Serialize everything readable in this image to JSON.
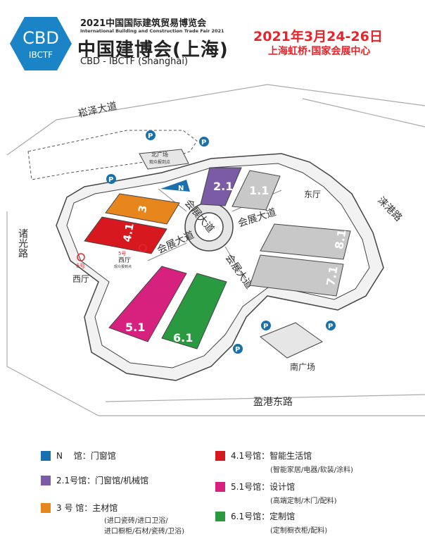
{
  "header": {
    "logo_text": "CBD",
    "logo_sub": "IBCTF",
    "title_line1": "2021中国国际建筑贸易博览会",
    "title_en": "International Building and Construction Trade Fair 2021",
    "title_cn": "中国建博会(上海)",
    "title_abbr": "CBD - IBCTF (Shanghai)",
    "date": "2021年3月24-26日",
    "venue": "上海虹桥·国家会展中心"
  },
  "colors": {
    "N": "#1a6fad",
    "2.1": "#7b5aa6",
    "3": "#e8861e",
    "4.1": "#d7191f",
    "5.1": "#d6227e",
    "6.1": "#2a9a40",
    "grey_hall": "#c8c8c8",
    "parking": "#1a6fad"
  },
  "roads": {
    "north": "崧泽大道",
    "east": "涞港路",
    "west": "诸光路",
    "south": "盈港东路"
  },
  "map": {
    "north_plaza": "北广场",
    "north_plaza_sub": "观众报到点",
    "east_hall": "东厅",
    "west_hall": "西厅",
    "west_hall_small": "西厅",
    "west_hall_small_sub": "观众报到点",
    "south_plaza": "南广场",
    "avenue": "会展大道",
    "metro_6": "6号",
    "metro_5": "5号",
    "parking": "P",
    "halls": [
      "N",
      "2.1",
      "1.1",
      "3",
      "4.1",
      "5.1",
      "6.1",
      "8.1",
      "7.1"
    ]
  },
  "legend": [
    {
      "key": "N",
      "label": "N　 馆：门窗馆",
      "note": ""
    },
    {
      "key": "2.1",
      "label": "2.1号馆：门窗馆/机械馆",
      "note": ""
    },
    {
      "key": "3",
      "label": "3 号 馆：主材馆",
      "note": "(进口瓷砖/进口卫浴/\n进口橱柜/石材/瓷砖/卫浴)"
    },
    {
      "key": "4.1",
      "label": "4.1号馆：智能生活馆",
      "note": "(智能家居/电器/软装/涂料)"
    },
    {
      "key": "5.1",
      "label": "5.1号馆：设计馆",
      "note": "(高端定制/木门/配料)"
    },
    {
      "key": "6.1",
      "label": "6.1号馆：定制馆",
      "note": "(定制橱衣柜/配料)"
    }
  ]
}
